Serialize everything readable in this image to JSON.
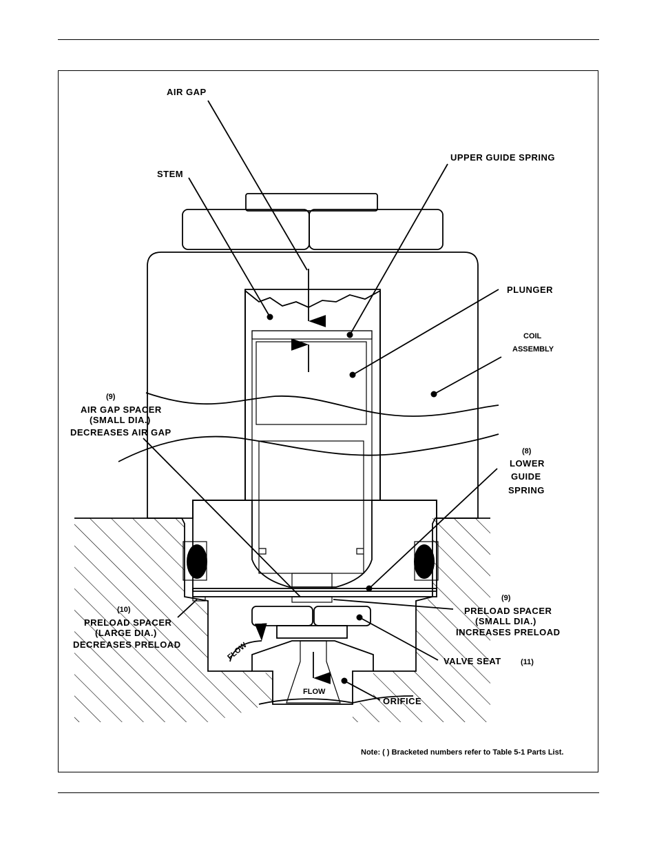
{
  "labels": {
    "air_gap": "AIR GAP",
    "upper_guide_spring": "UPPER GUIDE SPRING",
    "stem": "STEM",
    "plunger": "PLUNGER",
    "coil_assembly_1": "COIL",
    "coil_assembly_2": "ASSEMBLY",
    "air_gap_spacer_num": "(9)",
    "air_gap_spacer_1": "AIR GAP SPACER",
    "air_gap_spacer_2": "(SMALL DIA.)",
    "air_gap_spacer_3": "DECREASES AIR GAP",
    "lower_guide_spring_num": "(8)",
    "lower_guide_spring_1": "LOWER",
    "lower_guide_spring_2": "GUIDE",
    "lower_guide_spring_3": "SPRING",
    "preload_large_num": "(10)",
    "preload_large_1": "PRELOAD SPACER",
    "preload_large_2": "(LARGE DIA.)",
    "preload_large_3": "DECREASES PRELOAD",
    "preload_small_num": "(9)",
    "preload_small_1": "PRELOAD SPACER",
    "preload_small_2": "(SMALL DIA.)",
    "preload_small_3": "INCREASES PRELOAD",
    "valve_seat": "VALVE SEAT",
    "valve_seat_num": "(11)",
    "orifice": "ORIFICE",
    "flow_curved": "FLOW",
    "flow_down": "FLOW"
  },
  "note": "Note: ( ) Bracketed numbers refer to Table 5-1 Parts List.",
  "colors": {
    "ink": "#000000",
    "shade": "#c8c8c8",
    "stipple": "#9a9a9a",
    "paper": "#ffffff"
  }
}
